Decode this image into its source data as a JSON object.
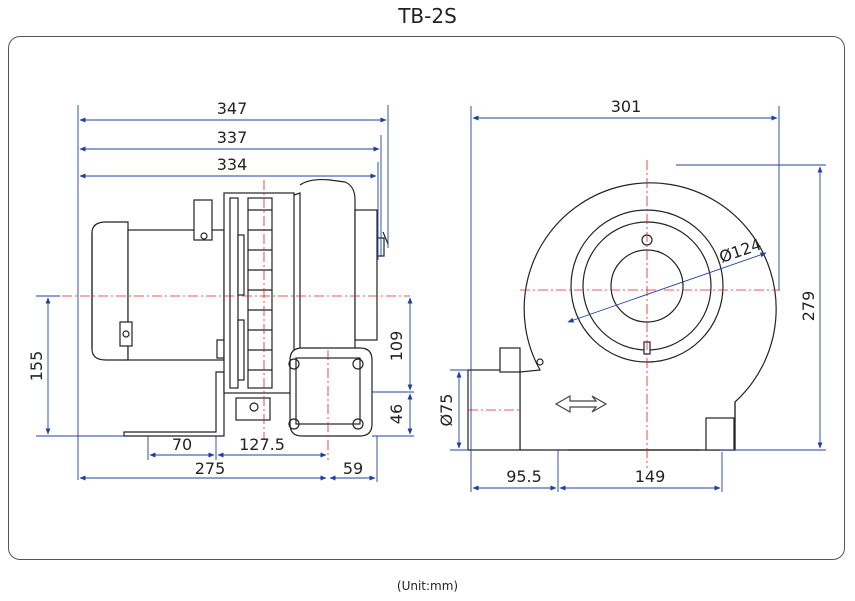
{
  "title": "TB-2S",
  "unit_note": "(Unit:mm)",
  "colors": {
    "dimension_line": "#1f3fa0",
    "center_line": "#e02020",
    "outline": "#222222",
    "frame": "#555555"
  },
  "side_view": {
    "dims": {
      "d347": "347",
      "d337": "337",
      "d334": "334",
      "d155": "155",
      "d109": "109",
      "d46": "46",
      "d70": "70",
      "d127_5": "127.5",
      "d275": "275",
      "d59": "59"
    }
  },
  "front_view": {
    "dims": {
      "d301": "301",
      "d279": "279",
      "d_phi124": "Ø124",
      "d_phi75": "Ø75",
      "d95_5": "95.5",
      "d149": "149"
    }
  }
}
